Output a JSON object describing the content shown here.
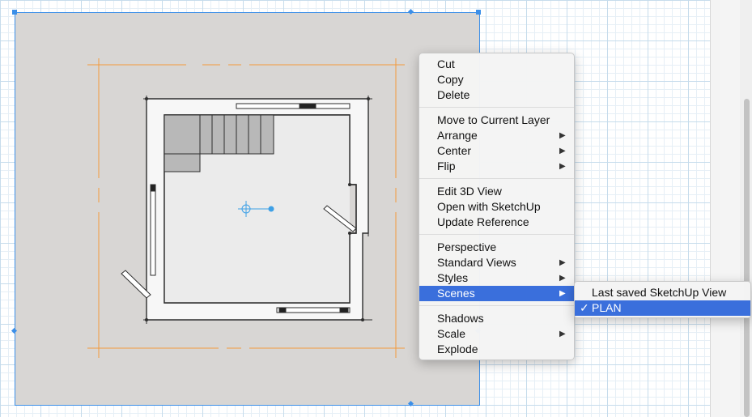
{
  "colors": {
    "selection": "#3c8fe8",
    "highlight": "#3a6fdc",
    "guides": "#f39a3b",
    "viewport_bg": "#d8d6d4"
  },
  "context_menu": {
    "groups": [
      [
        {
          "label": "Cut",
          "submenu": false
        },
        {
          "label": "Copy",
          "submenu": false
        },
        {
          "label": "Delete",
          "submenu": false
        }
      ],
      [
        {
          "label": "Move to Current Layer",
          "submenu": false
        },
        {
          "label": "Arrange",
          "submenu": true
        },
        {
          "label": "Center",
          "submenu": true
        },
        {
          "label": "Flip",
          "submenu": true
        }
      ],
      [
        {
          "label": "Edit 3D View",
          "submenu": false
        },
        {
          "label": "Open with SketchUp",
          "submenu": false
        },
        {
          "label": "Update Reference",
          "submenu": false
        }
      ],
      [
        {
          "label": "Perspective",
          "submenu": false
        },
        {
          "label": "Standard Views",
          "submenu": true
        },
        {
          "label": "Styles",
          "submenu": true
        },
        {
          "label": "Scenes",
          "submenu": true,
          "highlighted": true
        }
      ],
      [
        {
          "label": "Shadows",
          "submenu": false
        },
        {
          "label": "Scale",
          "submenu": true
        },
        {
          "label": "Explode",
          "submenu": false
        }
      ]
    ],
    "arrow_icon": "triangle-right-icon"
  },
  "scenes_submenu": {
    "items": [
      {
        "label": "Last saved SketchUp View",
        "checked": false
      },
      {
        "label": "PLAN",
        "checked": true,
        "highlighted": true
      }
    ],
    "check_icon": "✓"
  }
}
